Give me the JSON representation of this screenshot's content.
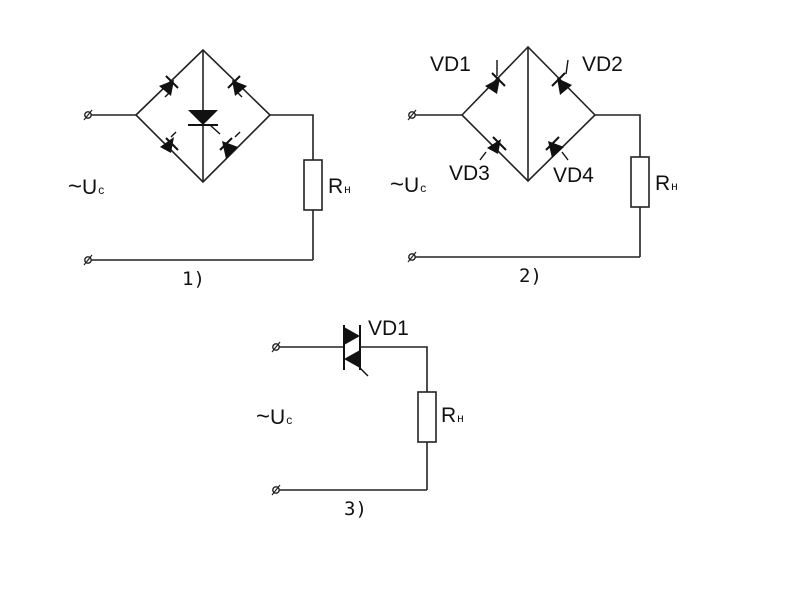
{
  "colors": {
    "line": "#222222",
    "fill": "#111111",
    "background": "#ffffff"
  },
  "circuits": [
    {
      "number": "1)",
      "source": {
        "tilde": "~",
        "main": "U",
        "sub": "c"
      },
      "load": {
        "main": "R",
        "sub": "н"
      },
      "diode_labels": []
    },
    {
      "number": "2)",
      "source": {
        "tilde": "~",
        "main": "U",
        "sub": "c"
      },
      "load": {
        "main": "R",
        "sub": "н"
      },
      "diode_labels": [
        "VD1",
        "VD2",
        "VD3",
        "VD4"
      ]
    },
    {
      "number": "3)",
      "source": {
        "tilde": "~",
        "main": "U",
        "sub": "c"
      },
      "load": {
        "main": "R",
        "sub": "н"
      },
      "diode_labels": [
        "VD1"
      ]
    }
  ]
}
